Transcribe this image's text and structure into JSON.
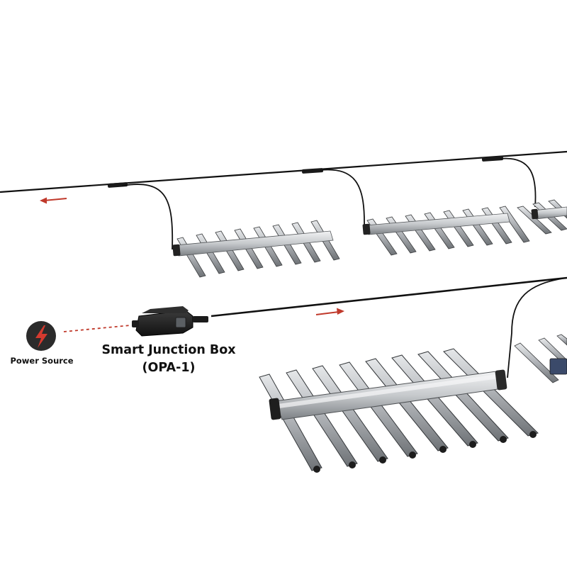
{
  "labels": {
    "power_source": "Power Source",
    "junction_box_name": "Smart Junction Box",
    "junction_box_model": "(OPA-1)"
  },
  "icons": {
    "power": "lightning-bolt-icon",
    "flow_arrow": "arrow-icon"
  },
  "colors": {
    "flow_arrow": "#c0392b",
    "dashed_link": "#c0392b",
    "power_icon_bg": "#2b2b2b",
    "power_bolt": "#d43a2f",
    "cable": "#111111",
    "fixture_metal": "#b9bcc0"
  }
}
